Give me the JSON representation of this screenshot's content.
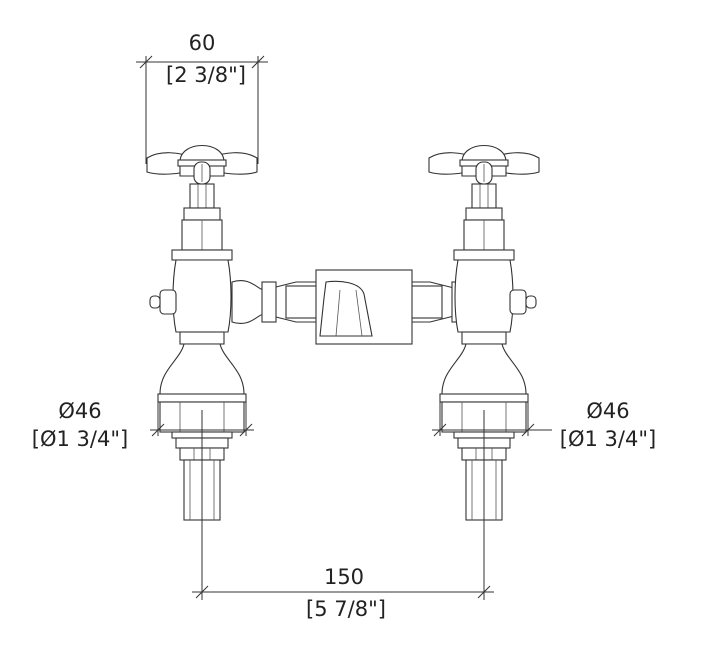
{
  "dimensions": {
    "top_width": {
      "mm": "60",
      "inch": "[2 3/8\"]"
    },
    "left_diameter": {
      "mm": "Ø46",
      "inch": "[Ø1 3/4\"]"
    },
    "right_diameter": {
      "mm": "Ø46",
      "inch": "[Ø1 3/4\"]"
    },
    "center_distance": {
      "mm": "150",
      "inch": "[5 7/8\"]"
    }
  },
  "colors": {
    "line": "#333333",
    "background": "#ffffff"
  }
}
